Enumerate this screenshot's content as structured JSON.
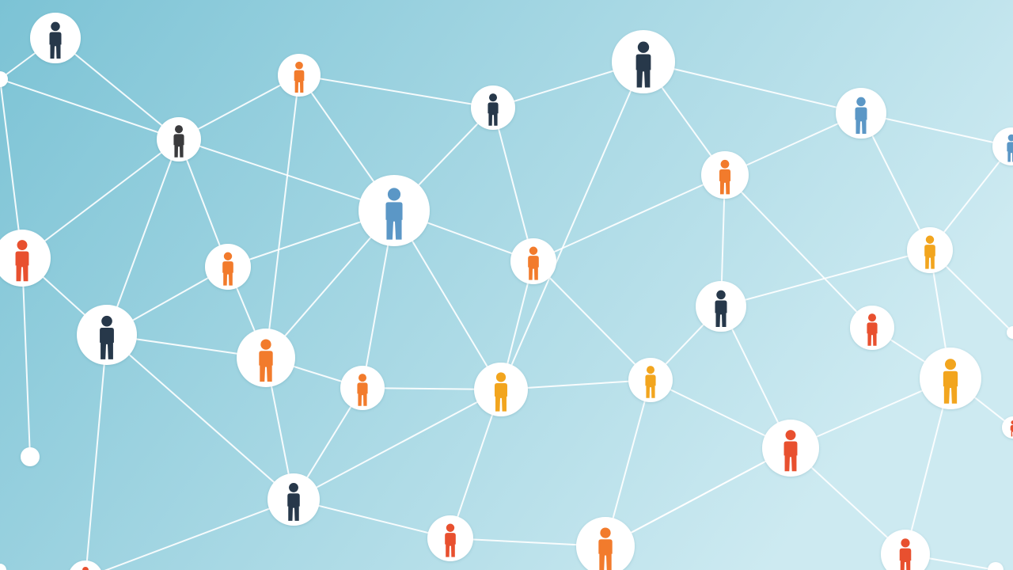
{
  "colors": {
    "background_left": "#7cc3d5",
    "background_right": "#cdeaf1",
    "link_line": "#ffffff",
    "node_fill": "#ffffff",
    "person_navy": "#27384a",
    "person_charcoal": "#3b3b3d",
    "person_blue": "#5b97c6",
    "person_orange": "#f27b2c",
    "person_amber": "#f2a51e",
    "person_red": "#e8502f"
  },
  "icon": "person-icon",
  "network": {
    "node_count": 33,
    "link_count": 56,
    "person_colors": [
      "person_navy",
      "person_orange",
      "person_charcoal",
      "person_navy",
      "person_blue",
      "person_navy",
      "person_orange",
      "person_blue",
      "person_red",
      "person_orange",
      "person_blue",
      "person_orange",
      "person_amber",
      "person_navy",
      "person_navy",
      "person_orange",
      "person_orange",
      "person_amber",
      "person_amber",
      "person_red",
      "person_amber",
      "person_red",
      "person_red",
      "person_navy",
      "person_orange",
      "person_red",
      "person_red",
      "person_red",
      "none",
      "none",
      "none",
      "none",
      "none"
    ]
  }
}
